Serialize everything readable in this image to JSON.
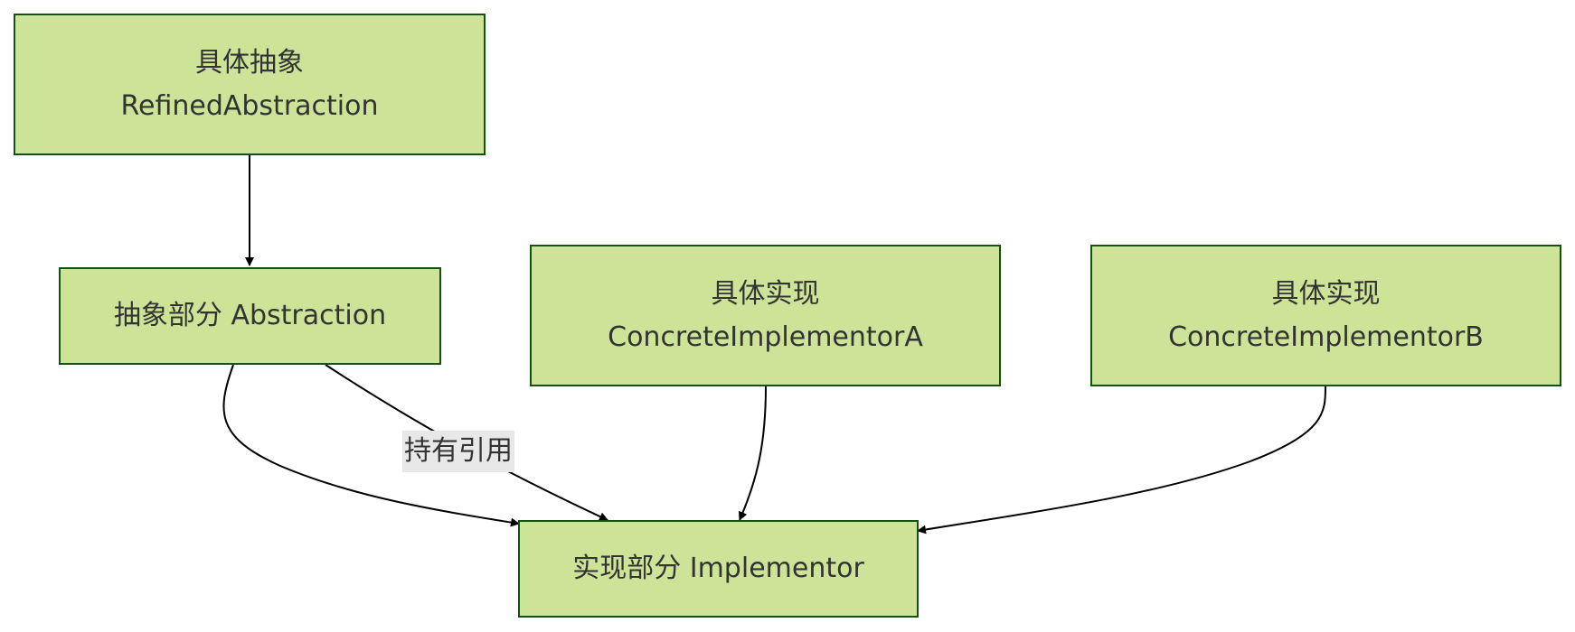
{
  "diagram": {
    "nodes": {
      "refined": {
        "line1": "具体抽象",
        "line2": "RefinedAbstraction"
      },
      "abstraction": {
        "line1": "抽象部分 Abstraction"
      },
      "concrete_a": {
        "line1": "具体实现",
        "line2": "ConcreteImplementorA"
      },
      "concrete_b": {
        "line1": "具体实现",
        "line2": "ConcreteImplementorB"
      },
      "implementor": {
        "line1": "实现部分 Implementor"
      }
    },
    "edges": [
      {
        "from": "refined",
        "to": "abstraction",
        "label": ""
      },
      {
        "from": "abstraction",
        "to": "implementor",
        "label": ""
      },
      {
        "from": "abstraction",
        "to": "implementor",
        "label": "持有引用"
      },
      {
        "from": "concrete_a",
        "to": "implementor",
        "label": ""
      },
      {
        "from": "concrete_b",
        "to": "implementor",
        "label": ""
      }
    ],
    "colors": {
      "node_fill": "#cde498",
      "node_border": "#13540c",
      "text": "#333333",
      "edge": "#000000",
      "label_bg": "#e8e8e8"
    }
  }
}
